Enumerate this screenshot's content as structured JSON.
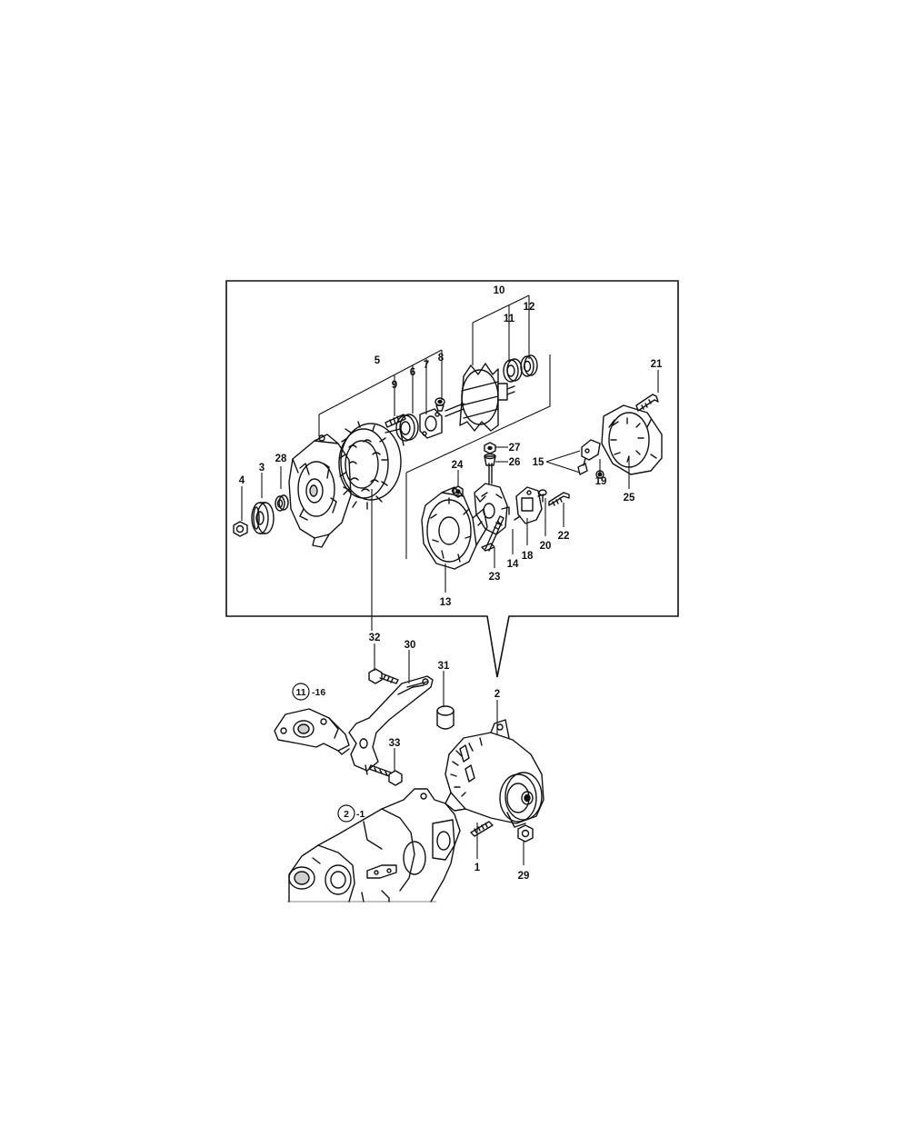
{
  "callouts": {
    "c1": "1",
    "c2": "2",
    "c3": "3",
    "c4": "4",
    "c5": "5",
    "c6": "6",
    "c7": "7",
    "c8": "8",
    "c9": "9",
    "c10": "10",
    "c11": "11",
    "c12": "12",
    "c13": "13",
    "c14": "14",
    "c15": "15",
    "c18": "18",
    "c19": "19",
    "c20": "20",
    "c21": "21",
    "c22": "22",
    "c23": "23",
    "c24": "24",
    "c25": "25",
    "c26": "26",
    "c27": "27",
    "c28": "28",
    "c29": "29",
    "c30": "30",
    "c31": "31",
    "c32": "32",
    "c33": "33"
  },
  "references": {
    "ref_11": {
      "circle": "11",
      "suffix": "-16"
    },
    "ref_2": {
      "circle": "2",
      "suffix": "-1"
    }
  }
}
